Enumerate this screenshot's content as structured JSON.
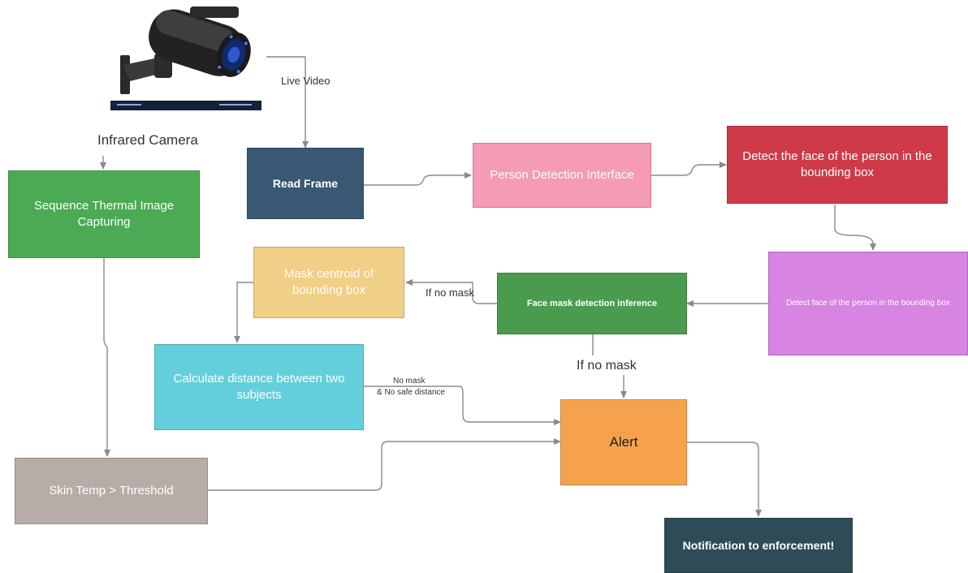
{
  "colors": {
    "read_frame": "#395874",
    "person_detection": "#f59bb3",
    "detect_face": "#cf3a48",
    "detect_face_bb": "#d784e3",
    "face_mask": "#4b9b4e",
    "mask_centroid": "#f0cf86",
    "calc_distance": "#64cfdc",
    "alert": "#f6a24d",
    "sequence_thermal": "#4caa55",
    "skin_temp": "#b7aca7",
    "notification": "#2e4c57",
    "edge": "#8a8a8a"
  },
  "camera": {
    "icon": "cctv-camera-icon",
    "caption": "Infrared Camera"
  },
  "nodes": {
    "read_frame": "Read Frame",
    "person_detection": "Person Detection Interface",
    "detect_face": "Detect the face of the person in the bounding box",
    "detect_face_bb": "Detect face of the person in the bounding box",
    "face_mask": "Face mask detection inference",
    "mask_centroid": "Mask centroid of bounding box",
    "calc_distance": "Calculate distance between two subjects",
    "alert": "Alert",
    "sequence_thermal": "Sequence Thermal Image Capturing",
    "skin_temp": "Skin Temp > Threshold",
    "notification": "Notification to enforcement!"
  },
  "edge_labels": {
    "live_video": "Live Video",
    "if_no_mask_left": "If no mask",
    "if_no_mask_down": "If no mask",
    "no_mask_line1": "No mask",
    "no_mask_line2": "& No safe distance"
  }
}
